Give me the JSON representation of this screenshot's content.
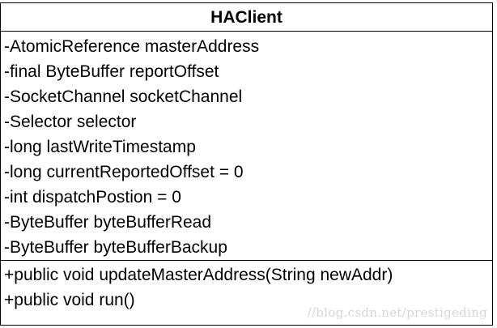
{
  "class_box": {
    "name": "HAClient",
    "attributes": [
      "-AtomicReference masterAddress",
      "-final ByteBuffer reportOffset",
      "-SocketChannel socketChannel",
      "-Selector selector",
      "-long lastWriteTimestamp",
      "-long currentReportedOffset = 0",
      "-int dispatchPostion = 0",
      "-ByteBuffer byteBufferRead",
      "-ByteBuffer byteBufferBackup"
    ],
    "methods": [
      "+public void updateMasterAddress(String newAddr)",
      "+public void run()"
    ]
  },
  "watermark": "//blog.csdn.net/prestigeding"
}
